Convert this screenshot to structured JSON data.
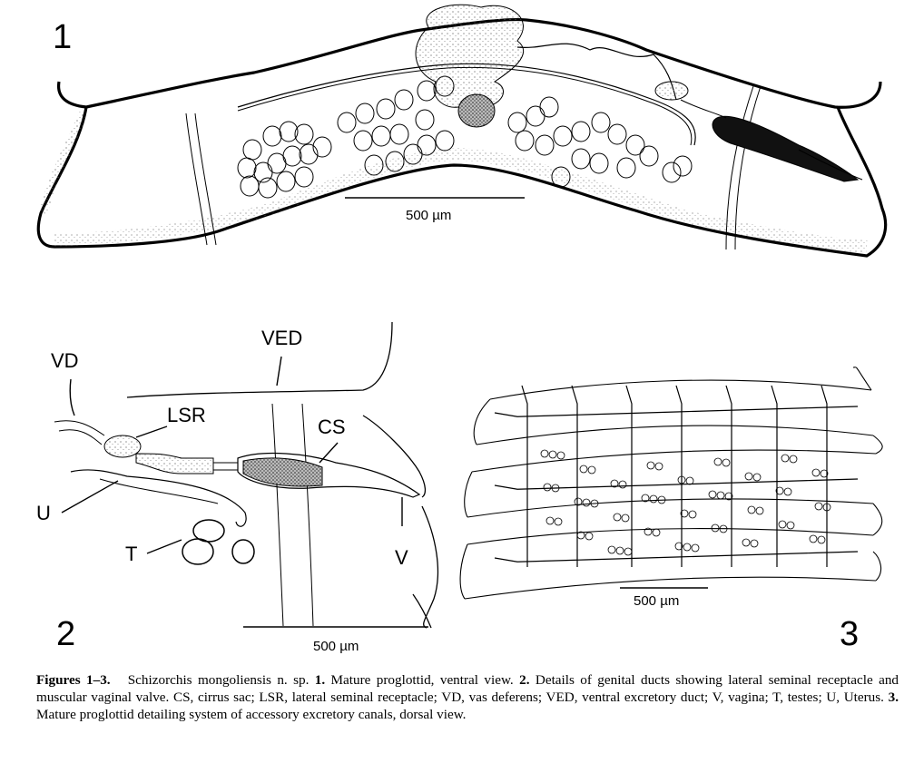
{
  "figure1": {
    "number": "1",
    "scale_label": "500 µm"
  },
  "figure2": {
    "number": "2",
    "scale_label": "500 µm",
    "labels": {
      "vd": "VD",
      "ved": "VED",
      "lsr": "LSR",
      "cs": "CS",
      "u": "U",
      "t": "T",
      "v": "V"
    }
  },
  "figure3": {
    "number": "3",
    "scale_label": "500 µm"
  },
  "caption": {
    "title": "Figures 1–3.",
    "species": "Schizorchis mongoliensis n. sp.",
    "fig1_ref": "1.",
    "fig1_text": "Mature proglottid, ventral view.",
    "fig2_ref": "2.",
    "fig2_text": "Details of genital ducts showing lateral seminal receptacle and muscular vaginal valve. CS, cirrus sac; LSR, lateral seminal receptacle; VD, vas deferens; VED, ventral excretory duct; V, vagina; T, testes; U, Uterus.",
    "fig3_ref": "3.",
    "fig3_text": "Mature proglottid detailing system of accessory excretory canals, dorsal view."
  }
}
